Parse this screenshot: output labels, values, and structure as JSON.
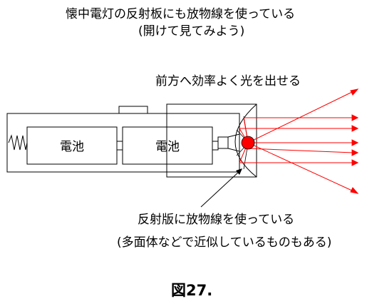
{
  "title": {
    "line1": "懐中電灯の反射板にも放物線を使っている",
    "line2": "(開けて見てみよう)"
  },
  "subtitle_front": "前方へ効率よく光を出せる",
  "battery_labels": [
    "電池",
    "電池"
  ],
  "reflector_caption": "反射版に放物線を使っている",
  "reflector_note": "(多面体などで近似しているものもある)",
  "figure_label": "図27.",
  "colors": {
    "line": "#000000",
    "ray": "#ff0000",
    "bulb": "#ff0000",
    "background": "#ffffff"
  }
}
